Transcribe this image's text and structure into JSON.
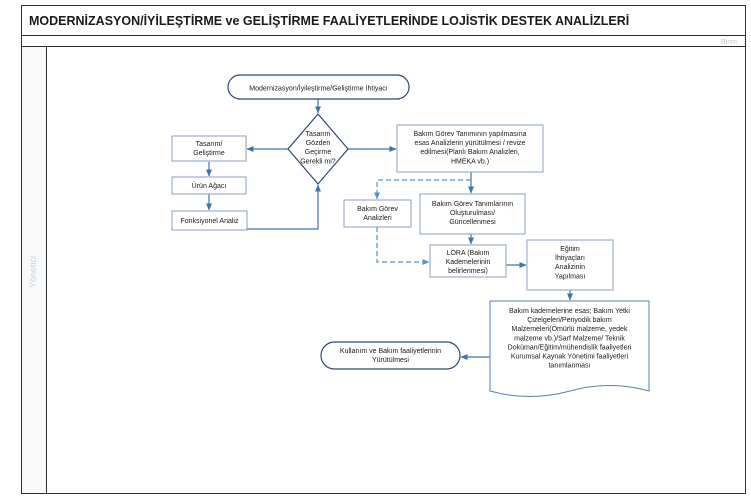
{
  "title": "MODERNİZASYON/İYİLEŞTİRME  ve GELİŞTİRME FAALİYETLERİNDE LOJİSTİK DESTEK ANALİZLERİ",
  "header_tag": "Birim",
  "lane_label": "Yönetici",
  "nodes": {
    "start": {
      "lines": [
        "Modernizasyon/İyileştirme/Geliştirme İhtiyacı"
      ]
    },
    "decision": {
      "lines": [
        "Tasarım",
        "Gözden",
        "Geçirme",
        "Gerekli mi?"
      ]
    },
    "design": {
      "lines": [
        "Tasarım/",
        "Geliştirme"
      ]
    },
    "product_tree": {
      "lines": [
        "Ürün Ağacı"
      ]
    },
    "function_analysis": {
      "lines": [
        "Fonksiyonel Analiz"
      ]
    },
    "maint_task_def": {
      "lines": [
        "Bakım Görev Tanımının yapılmasına",
        "esas Analizlerin yürütülmesi / revize",
        "edilmesi(Planlı Bakım Analizleri,",
        "HMEKA vb.)"
      ]
    },
    "maint_task_analyses": {
      "lines": [
        "Bakım Görev",
        "Analizleri"
      ]
    },
    "maint_task_creation": {
      "lines": [
        "Bakım Görev Tanımlarının",
        "Oluşturulması/",
        "Güncellenmesi"
      ]
    },
    "lora": {
      "lines": [
        "LORA (Bakım",
        "Kademelerinin",
        "belirlenmesi)"
      ]
    },
    "training_needs": {
      "lines": [
        "Eğitim",
        "İhtiyaçları",
        "Analizinin",
        "Yapılması"
      ]
    },
    "outputs_doc": {
      "lines": [
        "Bakım kademelerine esas; Bakım Yetki",
        "Çizelgeleri/Periyodik bakım",
        "Malzemeleri(Ömürlü malzeme, yedek",
        "malzeme vb.)/Sarf Malzeme/ Teknik",
        "Doküman/Eğitim/mühendislik faaliyetleri",
        "Kurumsal Kaynak Yönetimi faaliyetleri",
        "tanımlanması"
      ]
    },
    "end": {
      "lines": [
        "Kullanım ve Bakım faaliyetlerinin",
        "Yürütülmesi"
      ]
    }
  },
  "colors": {
    "border": "#2e2e2e",
    "box_stroke": "#5b7fb0",
    "arrow": "#3e76a8",
    "dash": "#5b95c8",
    "lane_text": "#c9d3de",
    "header_tag": "#c9c9c9"
  }
}
